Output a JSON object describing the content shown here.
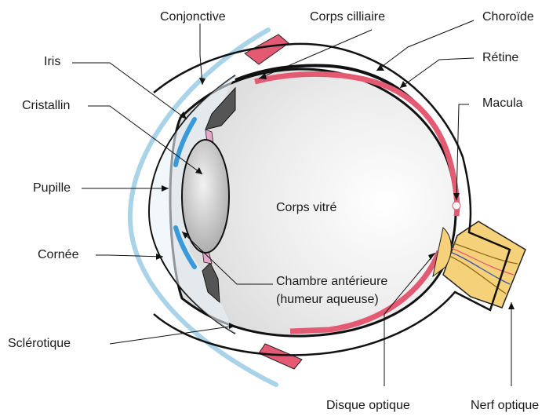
{
  "diagram": {
    "labels": {
      "conjonctive": "Conjonctive",
      "corps_cilliaire": "Corps cilliaire",
      "choroide": "Choroïde",
      "iris": "Iris",
      "retine": "Rétine",
      "cristallin": "Cristallin",
      "macula": "Macula",
      "pupille": "Pupille",
      "corps_vitre": "Corps vitré",
      "cornee": "Cornée",
      "chambre_line1": "Chambre antérieure",
      "chambre_line2": "(humeur aqueuse)",
      "sclerotique": "Sclérotique",
      "disque_optique": "Disque optique",
      "nerf_optique": "Nerf optique"
    },
    "colors": {
      "retina": "#e35a72",
      "conjunctiva": "#a9d3e8",
      "iris": "#3a9ad9",
      "ciliary": "#555555",
      "lens": "#c8c8c8",
      "ligament": "#e8a8cc",
      "nerve": "#f5d27a",
      "outline": "#111111"
    }
  }
}
